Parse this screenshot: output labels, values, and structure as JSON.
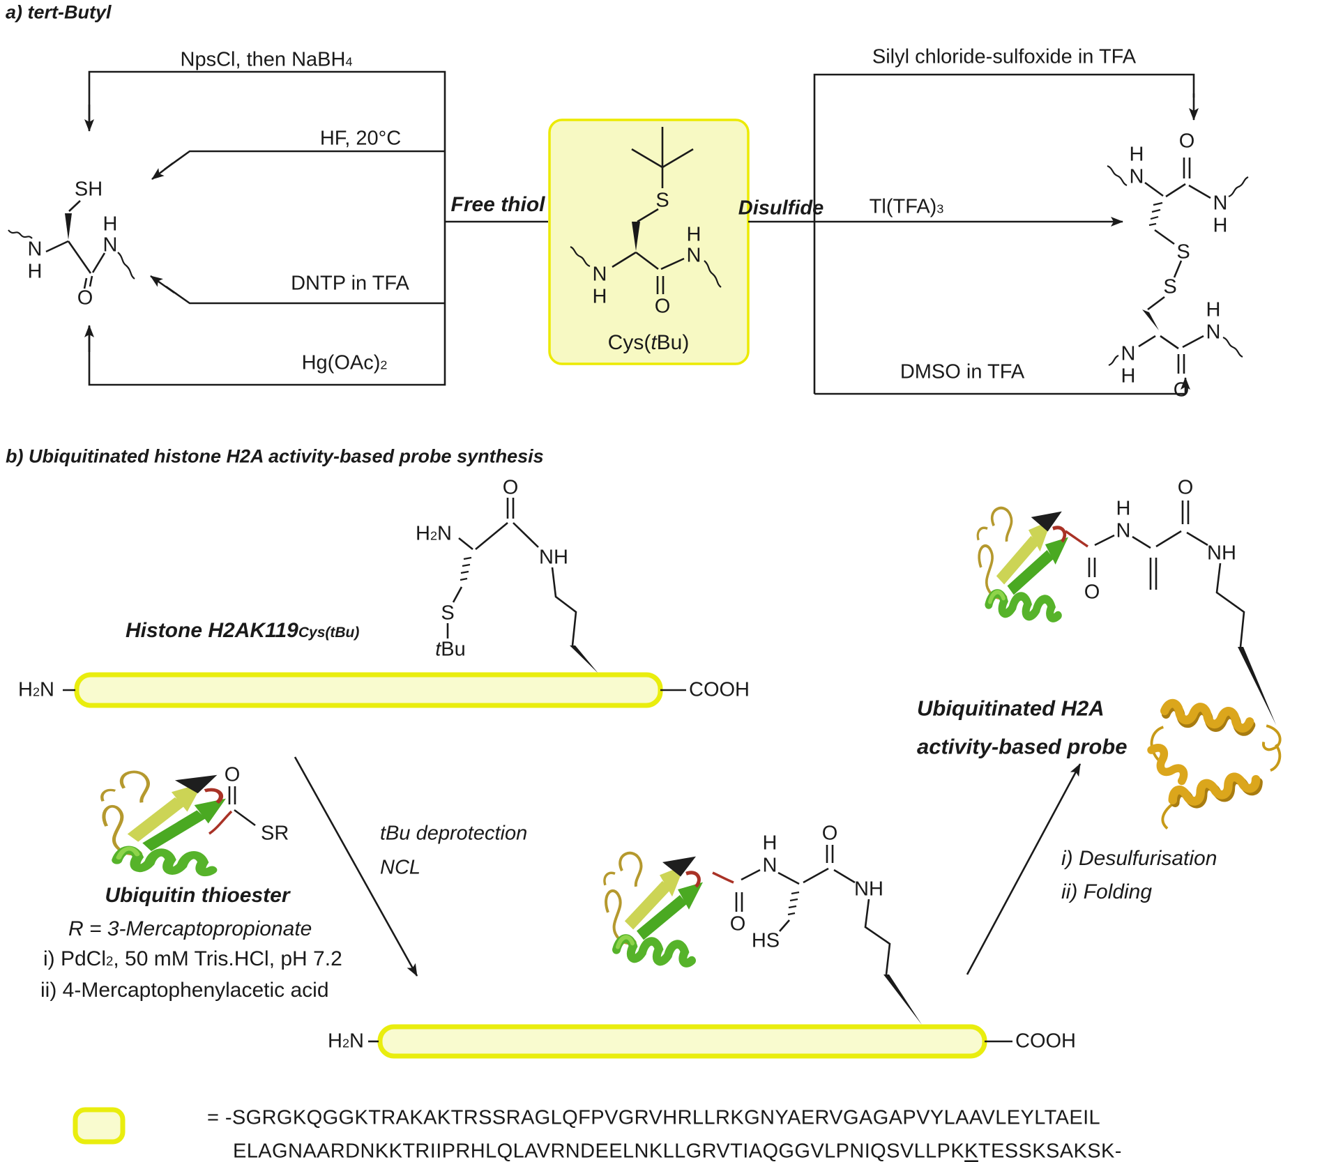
{
  "panel_a": {
    "title": "a) tert-Butyl",
    "reagents": {
      "npscl": {
        "main": "NpsCl, then NaBH",
        "sub": "4"
      },
      "hf": "HF, 20°C",
      "dntp": "DNTP in TFA",
      "hg": {
        "main": "Hg(OAc)",
        "sub": "2"
      },
      "silyl": "Silyl chloride-sulfoxide in TFA",
      "tl": {
        "main": "Tl(TFA)",
        "sub": "3"
      },
      "dmso": "DMSO in TFA"
    },
    "path_labels": {
      "free_thiol": "Free thiol",
      "disulfide": "Disulfide"
    },
    "center_caption": {
      "pre": "Cys(",
      "italic": "t",
      "post": "Bu)"
    }
  },
  "panel_b": {
    "title": "b) Ubiquitinated histone H2A activity-based probe synthesis",
    "histone_label": {
      "main": "Histone H2AK119",
      "sub": "Cys(tBu)"
    },
    "ubiquitin_label": "Ubiquitin thioester",
    "r_definition": "R = 3-Mercaptopropionate",
    "condition_i": {
      "pre": "i) PdCl",
      "sub": "2",
      "post": ", 50 mM Tris.HCl, pH 7.2"
    },
    "condition_ii": "ii) 4-Mercaptophenylacetic acid",
    "step1": {
      "line1": "tBu deprotection",
      "line2": "NCL"
    },
    "step2": {
      "line1": "i) Desulfurisation",
      "line2": "ii) Folding"
    },
    "product_label": {
      "line1": "Ubiquitinated H2A",
      "line2": "activity-based probe"
    }
  },
  "atoms": {
    "sh": "SH",
    "s": "S",
    "o": "O",
    "n": "N",
    "h": "H",
    "nh": "NH",
    "hs": "HS",
    "sr": "SR",
    "h2": "2",
    "cooh": "COOH",
    "tbu_t": "t",
    "tbu_bu": "Bu"
  },
  "sequence": {
    "equals": "=",
    "line1": "-SGRGKQGGKTRAKAKTRSSRAGLQFPVGRVHRLLRKGNYAERVGAGAPVYLAAVLEYLTAEIL",
    "line2_pre": "ELAGNAARDNKKTRIIPRHLQLAVRNDEELNKLLGRVTIAQGGVLPNIQSVLLPK",
    "line2_underlined": "K",
    "line2_post": "TESSKSAKSK-"
  },
  "colors": {
    "highlight_fill": "#f7f9c3",
    "highlight_border": "#ecea00",
    "ubiquitin_green": "#56b32a",
    "h2a_gold": "#dba61c",
    "accent_red": "#a93226"
  }
}
